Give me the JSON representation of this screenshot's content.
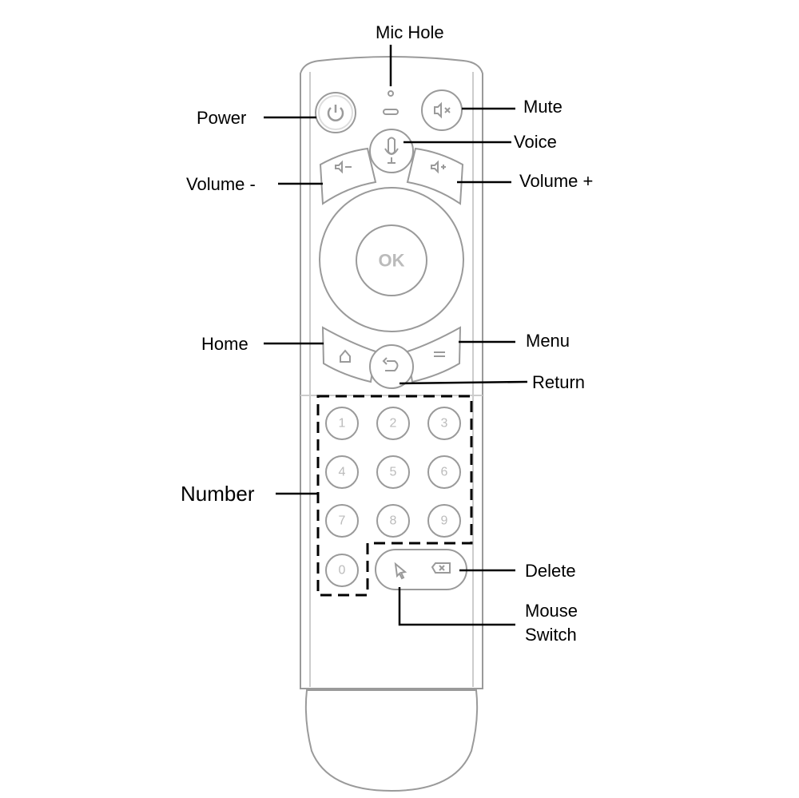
{
  "title": "Remote control button layout",
  "labels": {
    "mic_hole": "Mic Hole",
    "power": "Power",
    "mute": "Mute",
    "voice": "Voice",
    "volume_down": "Volume -",
    "volume_up": "Volume +",
    "home": "Home",
    "menu": "Menu",
    "return": "Return",
    "number": "Number",
    "delete": "Delete",
    "mouse_switch_line1": "Mouse",
    "mouse_switch_line2": "Switch"
  },
  "buttons": {
    "ok": "OK",
    "digits": [
      "1",
      "2",
      "3",
      "4",
      "5",
      "6",
      "7",
      "8",
      "9",
      "0"
    ]
  }
}
